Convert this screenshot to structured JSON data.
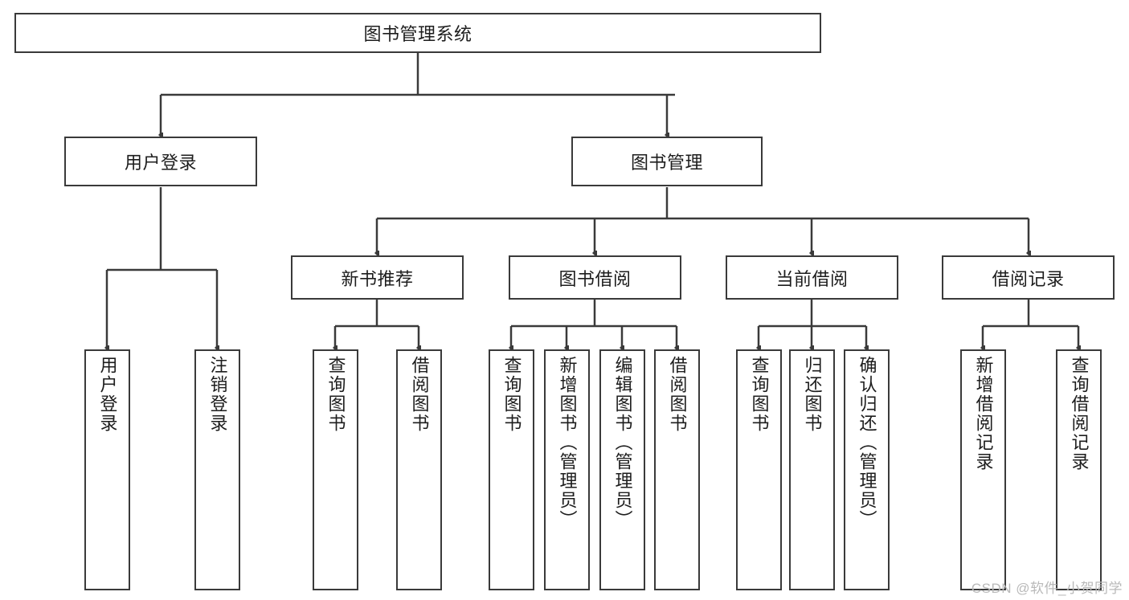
{
  "diagram": {
    "title": "图书管理系统",
    "watermark": "CSDN @软件_小贺同学",
    "type": "hierarchy-tree",
    "colors": {
      "background": "#ffffff",
      "box_border": "#3a3a3a",
      "connector": "#3a3a3a",
      "text": "#1d1d1d",
      "watermark": "#b9b9b9"
    },
    "root": {
      "label": "图书管理系统"
    },
    "level1": [
      {
        "label": "用户登录"
      },
      {
        "label": "图书管理"
      }
    ],
    "level2": [
      {
        "label": "新书推荐",
        "parent": "图书管理"
      },
      {
        "label": "图书借阅",
        "parent": "图书管理"
      },
      {
        "label": "当前借阅",
        "parent": "图书管理"
      },
      {
        "label": "借阅记录",
        "parent": "图书管理"
      }
    ],
    "leaves": {
      "user_login": [
        {
          "label": "用户登录"
        },
        {
          "label": "注销登录"
        }
      ],
      "new_book_recommend": [
        {
          "label": "查询图书"
        },
        {
          "label": "借阅图书"
        }
      ],
      "book_borrow": [
        {
          "label": "查询图书"
        },
        {
          "label": "新增图书（管理员）"
        },
        {
          "label": "编辑图书（管理员）"
        },
        {
          "label": "借阅图书"
        }
      ],
      "current_borrow": [
        {
          "label": "查询图书"
        },
        {
          "label": "归还图书"
        },
        {
          "label": "确认归还（管理员）"
        }
      ],
      "borrow_record": [
        {
          "label": "新增借阅记录"
        },
        {
          "label": "查询借阅记录"
        }
      ]
    }
  }
}
